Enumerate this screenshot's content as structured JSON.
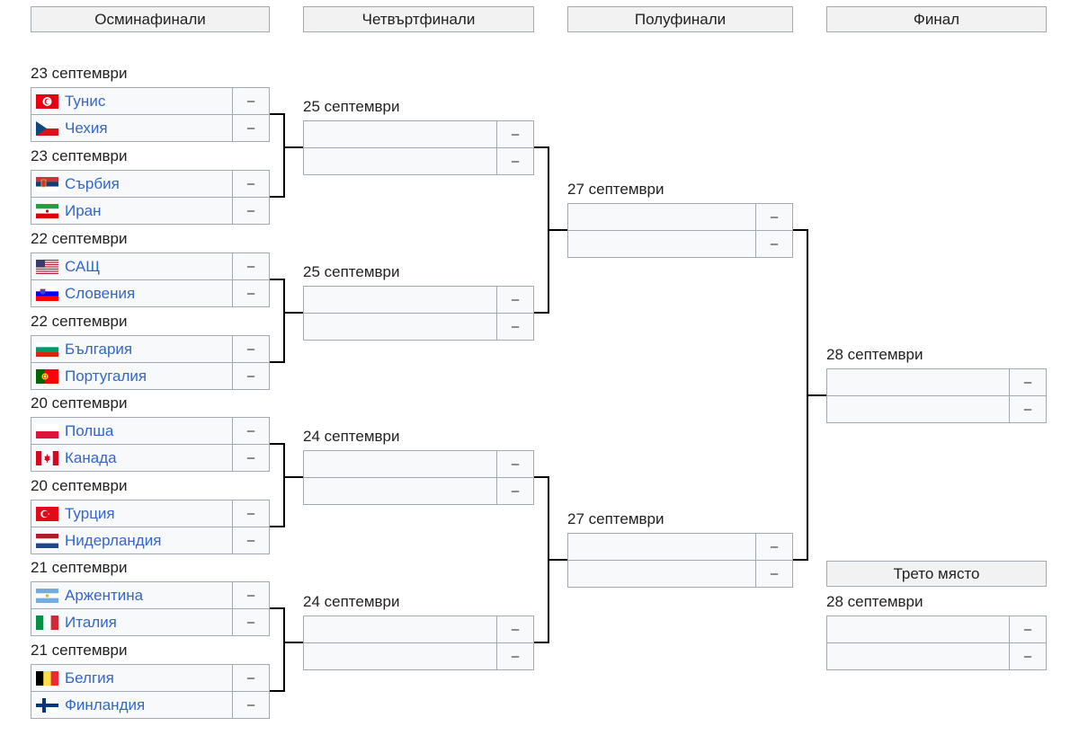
{
  "headers": {
    "r16": "Осминафинали",
    "qf": "Четвъртфинали",
    "sf": "Полуфинали",
    "final": "Финал",
    "third": "Трето място"
  },
  "r16": [
    {
      "date": "23 септември",
      "teams": [
        {
          "name": "Тунис",
          "flag": "tunisia-flag-icon",
          "score": "–"
        },
        {
          "name": "Чехия",
          "flag": "czechia-flag-icon",
          "score": "–"
        }
      ]
    },
    {
      "date": "23 септември",
      "teams": [
        {
          "name": "Сърбия",
          "flag": "serbia-flag-icon",
          "score": "–"
        },
        {
          "name": "Иран",
          "flag": "iran-flag-icon",
          "score": "–"
        }
      ]
    },
    {
      "date": "22 септември",
      "teams": [
        {
          "name": "САЩ",
          "flag": "usa-flag-icon",
          "score": "–"
        },
        {
          "name": "Словения",
          "flag": "slovenia-flag-icon",
          "score": "–"
        }
      ]
    },
    {
      "date": "22 септември",
      "teams": [
        {
          "name": "България",
          "flag": "bulgaria-flag-icon",
          "score": "–"
        },
        {
          "name": "Португалия",
          "flag": "portugal-flag-icon",
          "score": "–"
        }
      ]
    },
    {
      "date": "20 септември",
      "teams": [
        {
          "name": "Полша",
          "flag": "poland-flag-icon",
          "score": "–"
        },
        {
          "name": "Канада",
          "flag": "canada-flag-icon",
          "score": "–"
        }
      ]
    },
    {
      "date": "20 септември",
      "teams": [
        {
          "name": "Турция",
          "flag": "turkey-flag-icon",
          "score": "–"
        },
        {
          "name": "Нидерландия",
          "flag": "netherlands-flag-icon",
          "score": "–"
        }
      ]
    },
    {
      "date": "21 септември",
      "teams": [
        {
          "name": "Аржентина",
          "flag": "argentina-flag-icon",
          "score": "–"
        },
        {
          "name": "Италия",
          "flag": "italy-flag-icon",
          "score": "–"
        }
      ]
    },
    {
      "date": "21 септември",
      "teams": [
        {
          "name": "Белгия",
          "flag": "belgium-flag-icon",
          "score": "–"
        },
        {
          "name": "Финландия",
          "flag": "finland-flag-icon",
          "score": "–"
        }
      ]
    }
  ],
  "qf": [
    {
      "date": "25 септември",
      "teams": [
        {
          "name": "",
          "score": "–"
        },
        {
          "name": "",
          "score": "–"
        }
      ]
    },
    {
      "date": "25 септември",
      "teams": [
        {
          "name": "",
          "score": "–"
        },
        {
          "name": "",
          "score": "–"
        }
      ]
    },
    {
      "date": "24 септември",
      "teams": [
        {
          "name": "",
          "score": "–"
        },
        {
          "name": "",
          "score": "–"
        }
      ]
    },
    {
      "date": "24 септември",
      "teams": [
        {
          "name": "",
          "score": "–"
        },
        {
          "name": "",
          "score": "–"
        }
      ]
    }
  ],
  "sf": [
    {
      "date": "27 септември",
      "teams": [
        {
          "name": "",
          "score": "–"
        },
        {
          "name": "",
          "score": "–"
        }
      ]
    },
    {
      "date": "27 септември",
      "teams": [
        {
          "name": "",
          "score": "–"
        },
        {
          "name": "",
          "score": "–"
        }
      ]
    }
  ],
  "final": {
    "date": "28 септември",
    "teams": [
      {
        "name": "",
        "score": "–"
      },
      {
        "name": "",
        "score": "–"
      }
    ]
  },
  "third": {
    "date": "28 септември",
    "teams": [
      {
        "name": "",
        "score": "–"
      },
      {
        "name": "",
        "score": "–"
      }
    ]
  },
  "colors": {
    "link": "#3366cc",
    "cell_bg": "#f8f9fa",
    "header_bg": "#f2f2f2",
    "border": "#a2a9b1"
  }
}
